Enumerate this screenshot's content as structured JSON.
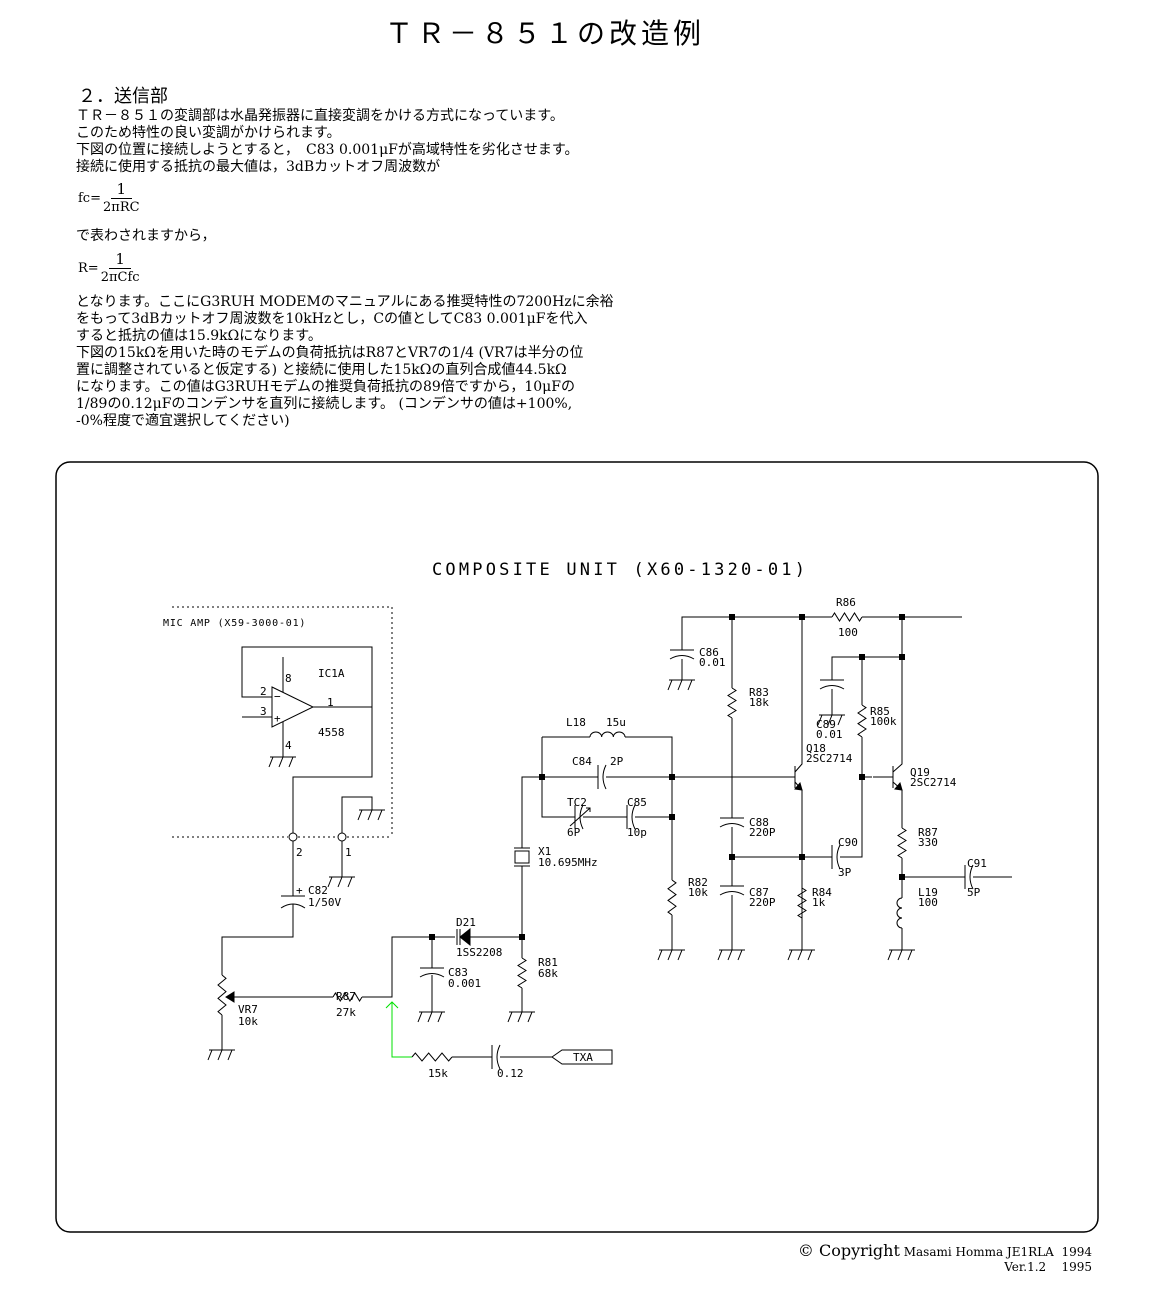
{
  "title": "ＴＲ－８５１の改造例",
  "section": "２．送信部",
  "paragraph1": [
    "ＴＲ－８５１の変調部は水晶発振器に直接変調をかける方式になっています。",
    "このため特性の良い変調がかけられます。",
    "下図の位置に接続しようとすると，　C83 0.001μFが高域特性を劣化させます。",
    "接続に使用する抵抗の最大値は，3dBカットオフ周波数が"
  ],
  "formula1": {
    "lhs": "fc=",
    "num": "1",
    "den": "2πRC"
  },
  "middle_text": "で表わされますから，",
  "formula2": {
    "lhs": "R=",
    "num": "1",
    "den": "2πCfc"
  },
  "paragraph2": [
    "となります。ここにG3RUH MODEMのマニュアルにある推奨特性の7200Hzに余裕",
    "をもって3dBカットオフ周波数を10kHzとし，Cの値としてC83 0.001μFを代入",
    "すると抵抗の値は15.9kΩになります。",
    "下図の15kΩを用いた時のモデムの負荷抵抗はR87とVR7の1/4 (VR7は半分の位",
    "置に調整されていると仮定する) と接続に使用した15kΩの直列合成値44.5kΩ",
    "になります。この値はG3RUHモデムの推奨負荷抵抗の89倍ですから，10μFの",
    "1/89の0.12μFのコンデンサを直列に接続します。 (コンデンサの値は+100%,",
    "-0%程度で適宜選択してください)"
  ],
  "schematic": {
    "unit_title": "COMPOSITE UNIT (X60-1320-01)",
    "mic_amp": "MIC AMP (X59-3000-01)",
    "ic_name": "IC1A",
    "ic_part": "4558",
    "pins": {
      "p8": "8",
      "p2": "2",
      "p3": "3",
      "p1": "1",
      "p4": "4",
      "conn2": "2",
      "conn1": "1"
    },
    "opamp_minus": "−",
    "opamp_plus": "+",
    "c82": {
      "name": "C82",
      "value": "1/50V",
      "polarity": "+"
    },
    "vr7": {
      "name": "VR7",
      "value": "10k"
    },
    "r87a": {
      "name": "R87",
      "value": "27k"
    },
    "d21": {
      "name": "D21",
      "value": "1SS2208"
    },
    "c83": {
      "name": "C83",
      "value": "0.001"
    },
    "r81": {
      "name": "R81",
      "value": "68k"
    },
    "x1": {
      "name": "X1",
      "value": "10.695MHz"
    },
    "l18": {
      "name": "L18",
      "value": "15u"
    },
    "c84": {
      "name": "C84",
      "value": "2P"
    },
    "tc2": {
      "name": "TC2",
      "value": "6P"
    },
    "c85": {
      "name": "C85",
      "value": "10p"
    },
    "r82": {
      "name": "R82",
      "value": "10k"
    },
    "c86": {
      "name": "C86",
      "value": "0.01"
    },
    "r83": {
      "name": "R83",
      "value": "18k"
    },
    "c88": {
      "name": "C88",
      "value": "220P"
    },
    "c87": {
      "name": "C87",
      "value": "220P"
    },
    "q18": {
      "name": "Q18",
      "value": "2SC2714"
    },
    "r84": {
      "name": "R84",
      "value": "1k"
    },
    "r86": {
      "name": "R86",
      "value": "100"
    },
    "c89": {
      "name": "C89",
      "value": "0.01"
    },
    "r85": {
      "name": "R85",
      "value": "100k"
    },
    "c90": {
      "name": "C90",
      "value": "3P"
    },
    "q19": {
      "name": "Q19",
      "value": "2SC2714"
    },
    "r87b": {
      "name": "R87",
      "value": "330"
    },
    "l19": {
      "name": "L19",
      "value": "100"
    },
    "c91": {
      "name": "C91",
      "value": "5P"
    },
    "added_r": {
      "value": "15k"
    },
    "added_c": {
      "value": "0.12"
    },
    "txa": "TXA",
    "colors": {
      "added_wire": "#00e000",
      "wire": "#000000"
    }
  },
  "footer": {
    "copyright": "© Copyright",
    "author": "Masami Homma JE1RLA",
    "year1": "1994",
    "version": "Ver.1.2",
    "year2": "1995"
  }
}
